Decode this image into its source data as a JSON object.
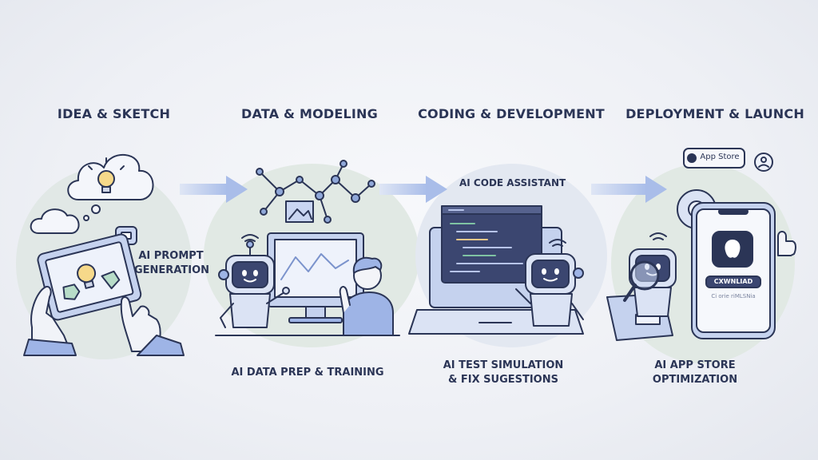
{
  "stages": [
    {
      "title": "IDEA & SKETCH",
      "caption_line1": "AI PROMPT",
      "caption_line2": "GENERATION"
    },
    {
      "title": "DATA & MODELING",
      "caption_line1": "AI DATA PREP & TRAINING"
    },
    {
      "title": "CODING & DEVELOPMENT",
      "top_caption": "AI CODE ASSISTANT",
      "caption_line1": "AI TEST SIMULATION",
      "caption_line2": "& FIX SUGESTIONS"
    },
    {
      "title": "DEPLOYMENT & LAUNCH",
      "caption_line1": "AI APP STORE",
      "caption_line2": "OPTIMIZATION",
      "app_store_badge": "App Store",
      "phone_button": "CXWNLIAD",
      "phone_subtext": "Ci orie riMLSNia"
    }
  ],
  "colors": {
    "ink": "#2b3556",
    "accent_blue": "#9eb4e6",
    "blob_green": "#dfe9e3",
    "screen_dark": "#3b4670"
  }
}
